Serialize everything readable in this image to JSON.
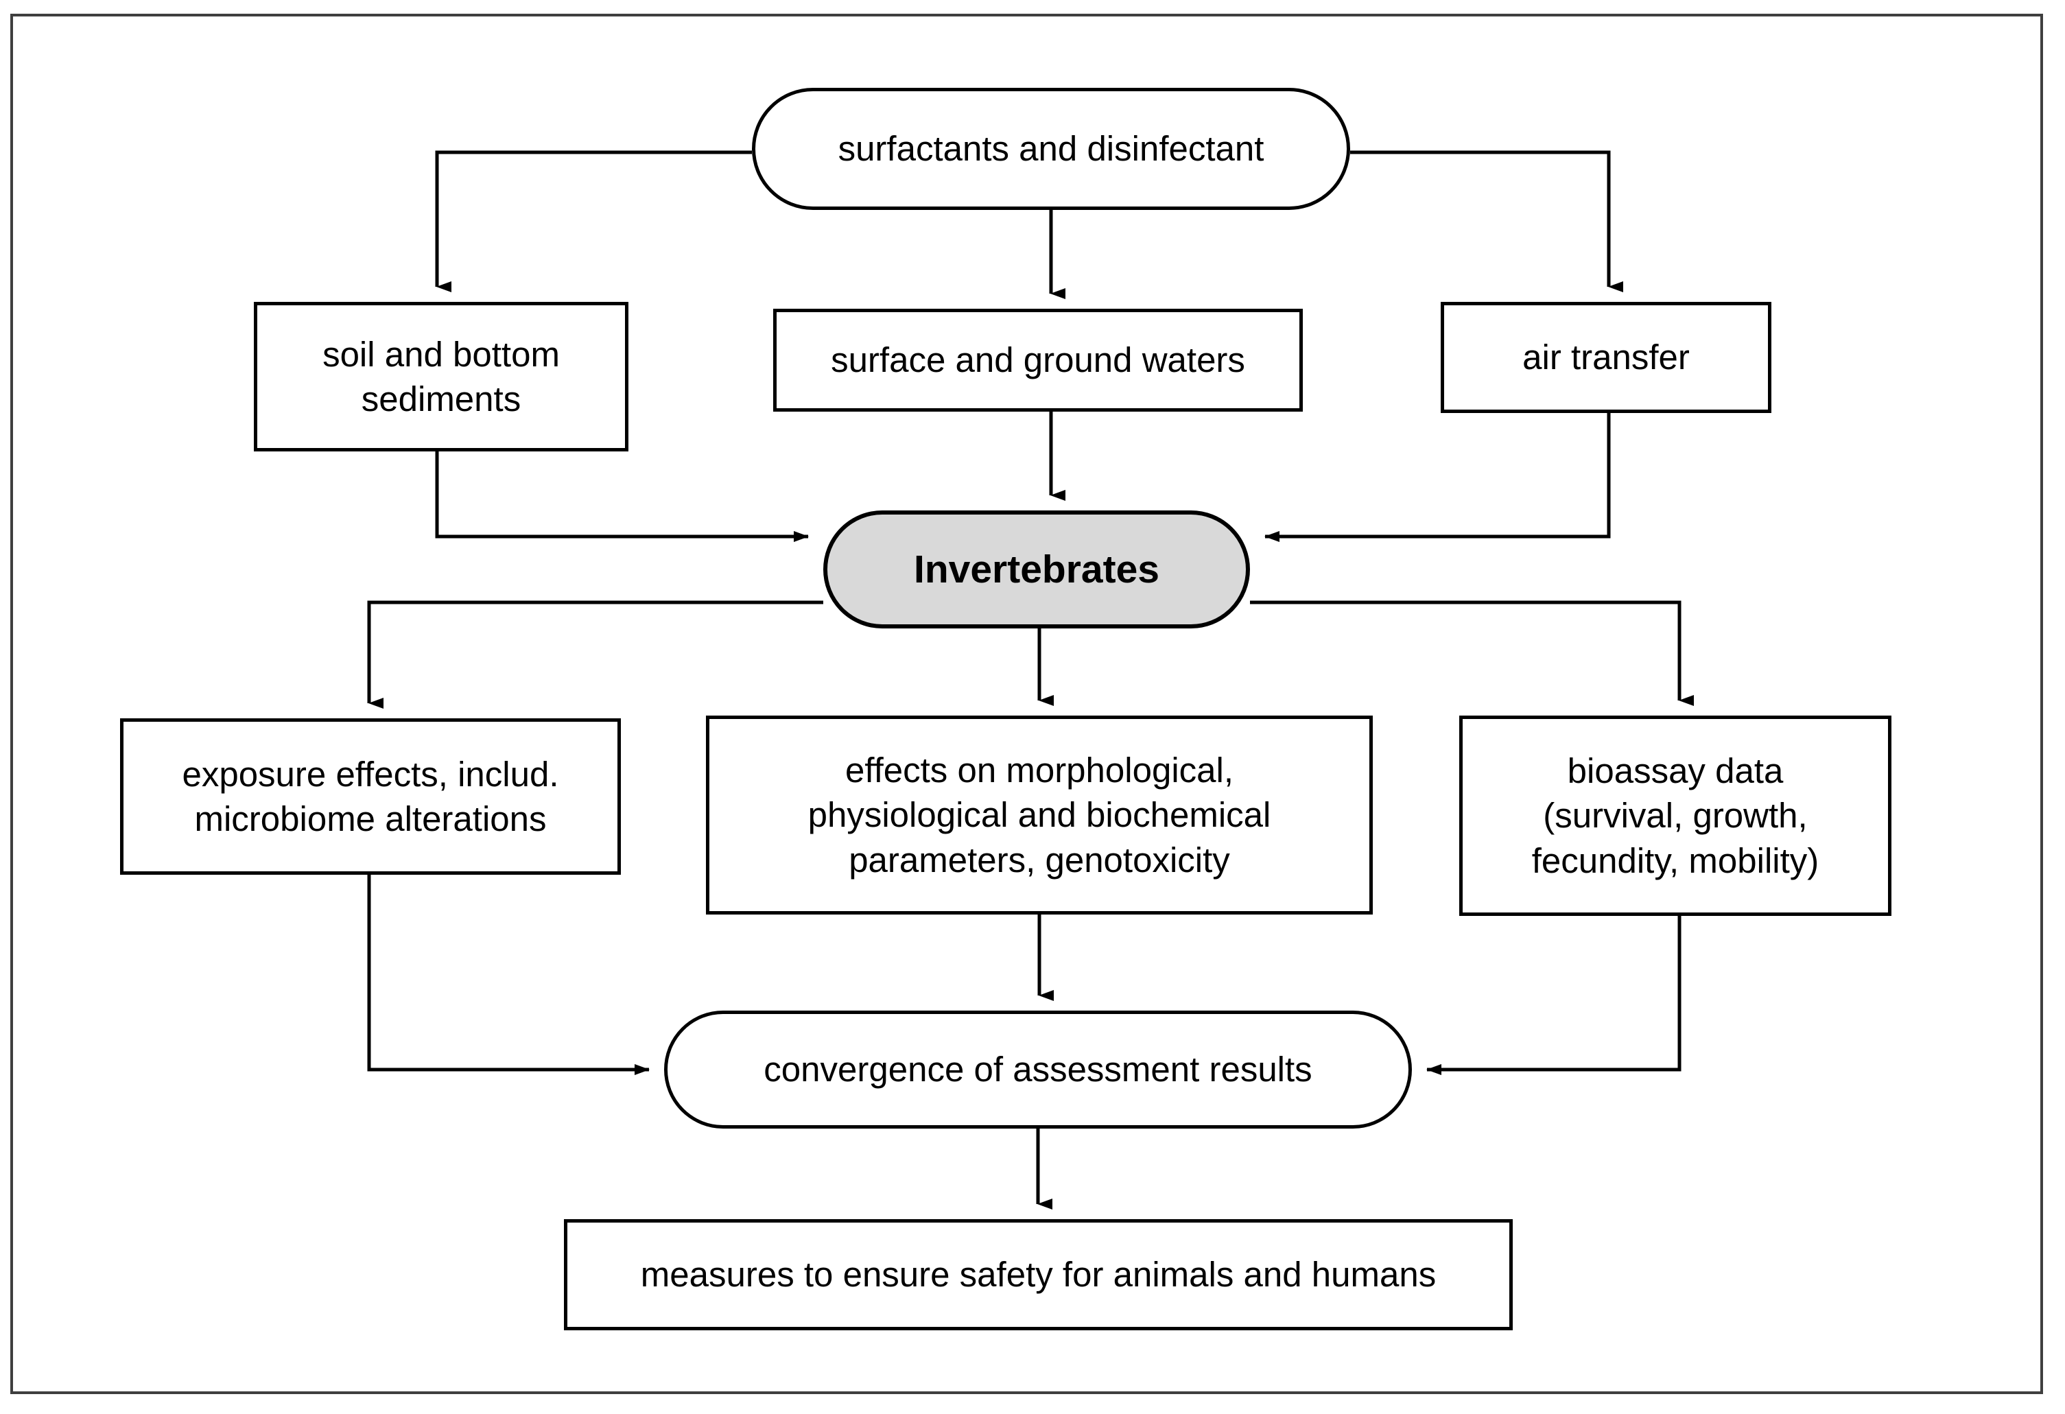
{
  "diagram": {
    "title": "surfactants and disinfectant impact on invertebrates assessment flowchart",
    "accent_colors": {
      "highlight_fill": "#d9d9d9",
      "stroke": "#000000",
      "frame": "#3f3f3f",
      "background": "#ffffff"
    },
    "nodes": [
      {
        "id": "source",
        "label": "surfactants and disinfectant",
        "shape": "stadium",
        "fill": "#ffffff"
      },
      {
        "id": "soil",
        "label": "soil and bottom\nsediments",
        "shape": "rect",
        "fill": "#ffffff"
      },
      {
        "id": "water",
        "label": "surface and ground waters",
        "shape": "rect",
        "fill": "#ffffff"
      },
      {
        "id": "air",
        "label": "air transfer",
        "shape": "rect",
        "fill": "#ffffff"
      },
      {
        "id": "invert",
        "label": "Invertebrates",
        "shape": "stadium",
        "fill": "#d9d9d9"
      },
      {
        "id": "exposure",
        "label": "exposure effects, includ.\nmicrobiome alterations",
        "shape": "rect",
        "fill": "#ffffff"
      },
      {
        "id": "effects",
        "label": "effects on morphological,\nphysiological and biochemical\nparameters, genotoxicity",
        "shape": "rect",
        "fill": "#ffffff"
      },
      {
        "id": "bioassay",
        "label": "bioassay data\n(survival, growth,\nfecundity, mobility)",
        "shape": "rect",
        "fill": "#ffffff"
      },
      {
        "id": "convergence",
        "label": "convergence of assessment results",
        "shape": "stadium",
        "fill": "#ffffff"
      },
      {
        "id": "measures",
        "label": "measures to ensure safety for animals and humans",
        "shape": "rect",
        "fill": "#ffffff"
      }
    ],
    "edges": [
      {
        "from": "source",
        "to": "soil",
        "style": "elbow-left-down",
        "arrow": "down"
      },
      {
        "from": "source",
        "to": "water",
        "style": "straight-down",
        "arrow": "down"
      },
      {
        "from": "source",
        "to": "air",
        "style": "elbow-right-down",
        "arrow": "down"
      },
      {
        "from": "soil",
        "to": "invert",
        "style": "elbow-down-right",
        "arrow": "right"
      },
      {
        "from": "water",
        "to": "invert",
        "style": "straight-down",
        "arrow": "down"
      },
      {
        "from": "air",
        "to": "invert",
        "style": "elbow-down-left",
        "arrow": "left"
      },
      {
        "from": "invert",
        "to": "exposure",
        "style": "elbow-left-down",
        "arrow": "down"
      },
      {
        "from": "invert",
        "to": "effects",
        "style": "straight-down",
        "arrow": "down"
      },
      {
        "from": "invert",
        "to": "bioassay",
        "style": "elbow-right-down",
        "arrow": "down"
      },
      {
        "from": "exposure",
        "to": "convergence",
        "style": "elbow-down-right",
        "arrow": "right"
      },
      {
        "from": "effects",
        "to": "convergence",
        "style": "straight-down",
        "arrow": "down"
      },
      {
        "from": "bioassay",
        "to": "convergence",
        "style": "elbow-down-left",
        "arrow": "left"
      },
      {
        "from": "convergence",
        "to": "measures",
        "style": "straight-down",
        "arrow": "down"
      }
    ]
  }
}
